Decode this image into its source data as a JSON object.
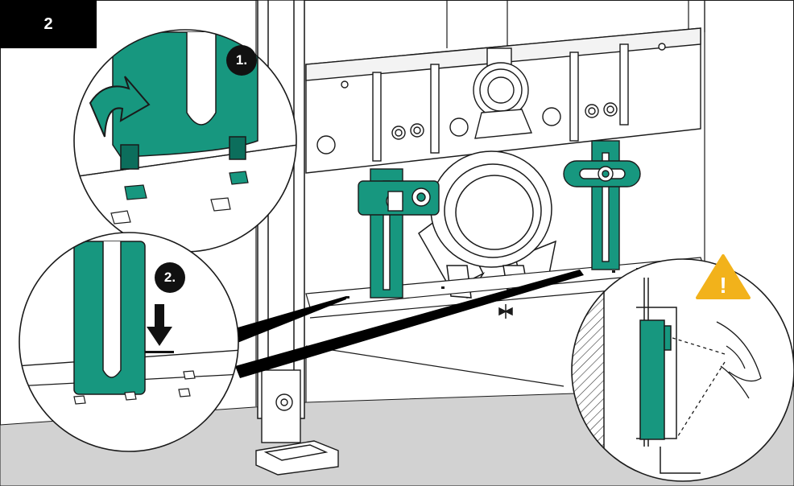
{
  "step": {
    "number": "2"
  },
  "callouts": {
    "first": "1.",
    "second": "2."
  },
  "warning": {
    "symbol": "!"
  },
  "colors": {
    "accent_green": "#17977f",
    "green_dark": "#0c6e5c",
    "floor_gray": "#d2d2d2",
    "line": "#1a1a1a",
    "warning_yellow": "#f2b21b"
  },
  "icons": {
    "rotate_arrow": "curved-rotate-arrow-icon",
    "push_down_arrow": "down-arrow-icon",
    "warning": "warning-triangle-icon",
    "center_marker": "center-line-marker-icon"
  }
}
